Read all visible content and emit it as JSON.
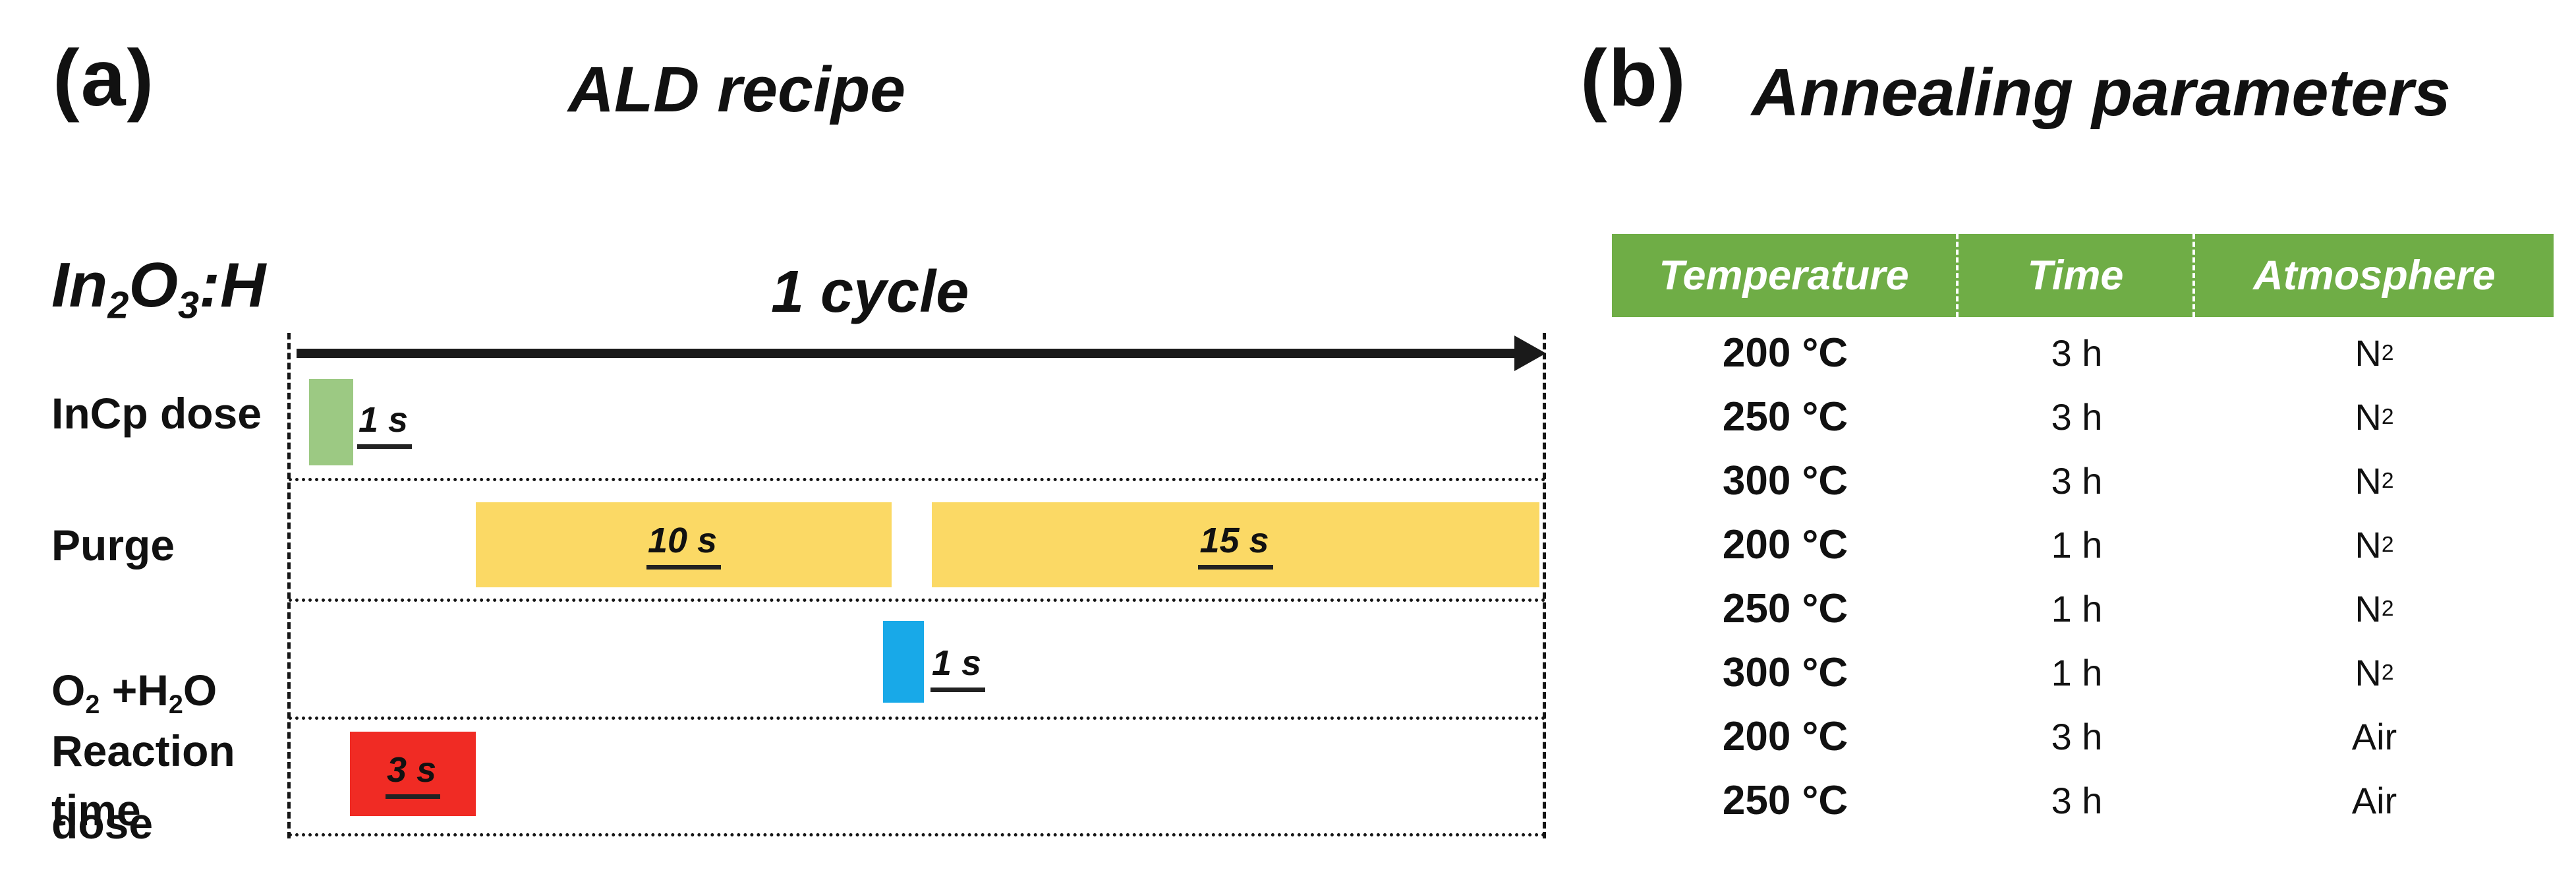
{
  "colors": {
    "incp_bar": "#9cc983",
    "purge_bar": "#fbd965",
    "oxidant_bar": "#18a9e8",
    "reaction_bar": "#f02b24",
    "table_header_bg": "#6fad46",
    "table_header_text": "#ffffff",
    "line_color": "#1a1a1a"
  },
  "panel_a": {
    "label": "(a)",
    "title": "ALD recipe",
    "material": {
      "p1": "In",
      "s1": "2",
      "p2": "O",
      "s2": "3",
      "p3": ":H"
    },
    "cycle_label": "1 cycle",
    "row_labels": {
      "incp": "InCp dose",
      "purge": "Purge",
      "oxidant_line1": {
        "p1": "O",
        "s1": "2",
        "p2": " +H",
        "s2": "2",
        "p3": "O"
      },
      "oxidant_line2": "dose",
      "reaction": "Reaction\ntime"
    },
    "bars": {
      "incp": {
        "duration": "1 s"
      },
      "purge1": {
        "duration": "10 s"
      },
      "purge2": {
        "duration": "15 s"
      },
      "oxidant": {
        "duration": "1 s"
      },
      "reaction": {
        "duration": "3 s"
      }
    }
  },
  "panel_b": {
    "label": "(b)",
    "title": "Annealing parameters",
    "table": {
      "headers": [
        "Temperature",
        "Time",
        "Atmosphere"
      ],
      "rows": [
        {
          "temp": "200 °C",
          "time": "3 h",
          "atm": "N",
          "atm_sub": "2"
        },
        {
          "temp": "250 °C",
          "time": "3 h",
          "atm": "N",
          "atm_sub": "2"
        },
        {
          "temp": "300 °C",
          "time": "3 h",
          "atm": "N",
          "atm_sub": "2"
        },
        {
          "temp": "200 °C",
          "time": "1 h",
          "atm": "N",
          "atm_sub": "2"
        },
        {
          "temp": "250 °C",
          "time": "1 h",
          "atm": "N",
          "atm_sub": "2"
        },
        {
          "temp": "300 °C",
          "time": "1 h",
          "atm": "N",
          "atm_sub": "2"
        },
        {
          "temp": "200 °C",
          "time": "3 h",
          "atm": "Air",
          "atm_sub": ""
        },
        {
          "temp": "250 °C",
          "time": "3 h",
          "atm": "Air",
          "atm_sub": ""
        }
      ]
    }
  }
}
